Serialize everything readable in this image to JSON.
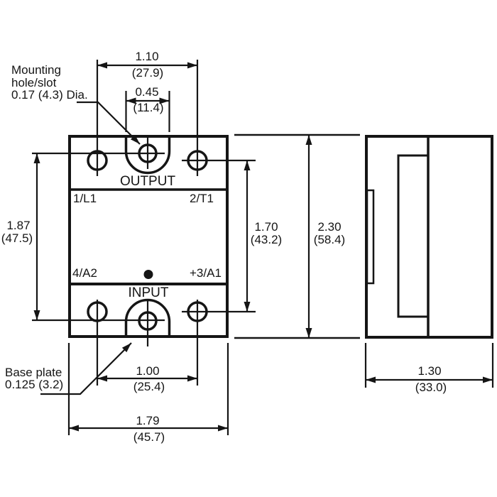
{
  "drawing": {
    "front_view": {
      "output_label": "OUTPUT",
      "input_label": "INPUT",
      "terminal_top_left": "1/L1",
      "terminal_top_right": "2/T1",
      "terminal_bottom_left": "4/A2",
      "terminal_bottom_right": "+3/A1"
    },
    "annotations": {
      "mounting_hole_line1": "Mounting",
      "mounting_hole_line2": "hole/slot",
      "mounting_hole_line3": "0.17 (4.3) Dia.",
      "base_plate_line1": "Base plate",
      "base_plate_line2": "0.125 (3.2)"
    },
    "dimensions": {
      "top_hole_spacing": {
        "inches": "1.10",
        "mm": "(27.9)"
      },
      "slot_width": {
        "inches": "0.45",
        "mm": "(11.4)"
      },
      "slot_hole_spacing": {
        "inches": "1.87",
        "mm": "(47.5)"
      },
      "side_hole_spacing": {
        "inches": "1.70",
        "mm": "(43.2)"
      },
      "overall_height": {
        "inches": "2.30",
        "mm": "(58.4)"
      },
      "bottom_hole_spacing": {
        "inches": "1.00",
        "mm": "(25.4)"
      },
      "overall_width": {
        "inches": "1.79",
        "mm": "(45.7)"
      },
      "depth": {
        "inches": "1.30",
        "mm": "(33.0)"
      }
    },
    "colors": {
      "line": "#151515",
      "background": "#ffffff"
    }
  }
}
